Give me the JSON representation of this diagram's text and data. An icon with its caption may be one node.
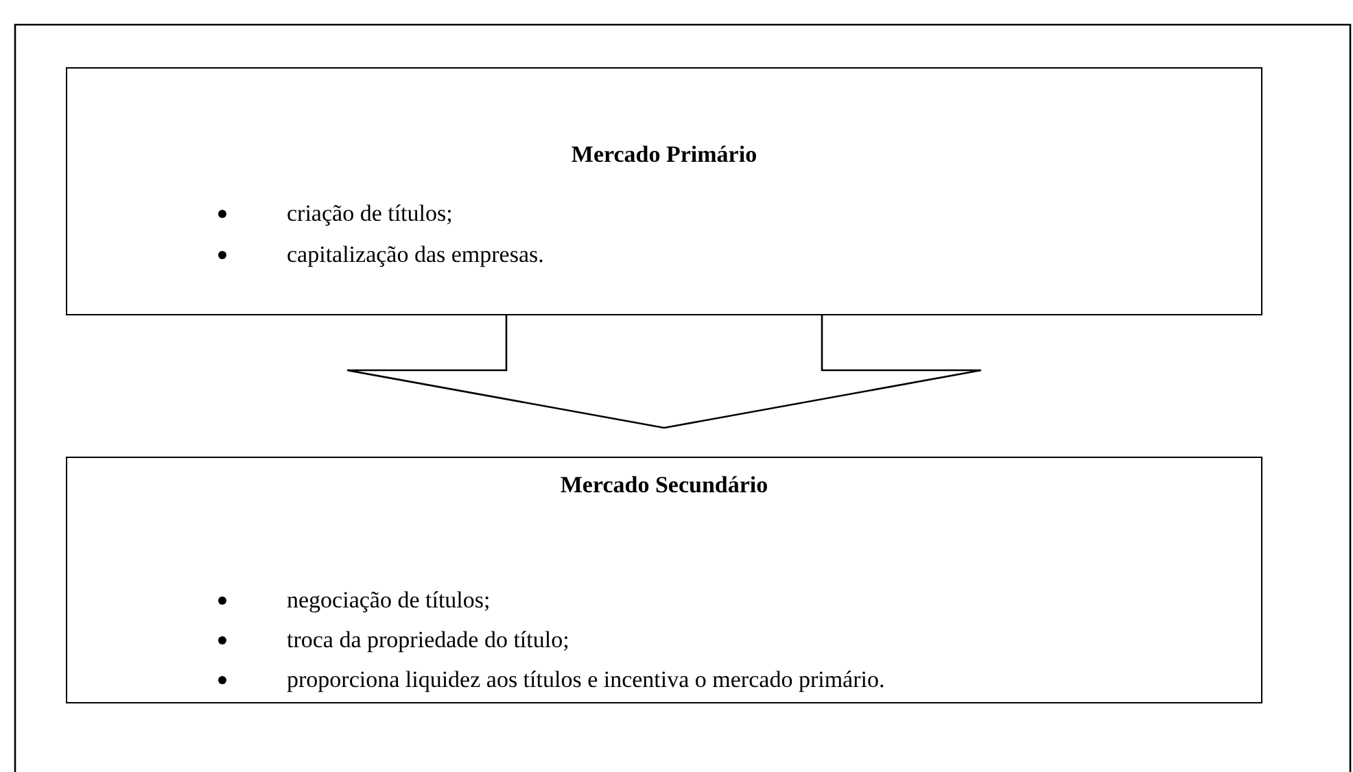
{
  "diagram": {
    "nodes": [
      {
        "text": [
          "Mercado Primário",
          "criação de títulos;",
          "capitalização das empresas."
        ]
      },
      {
        "text": [
          "Mercado Secundário",
          "negociação de títulos;",
          "troca da propriedade do título;",
          "proporciona liquidez aos títulos e incentiva o mercado primário."
        ]
      }
    ],
    "edges": [
      {
        "from": 0,
        "to": 1,
        "arrow": "to"
      }
    ]
  }
}
